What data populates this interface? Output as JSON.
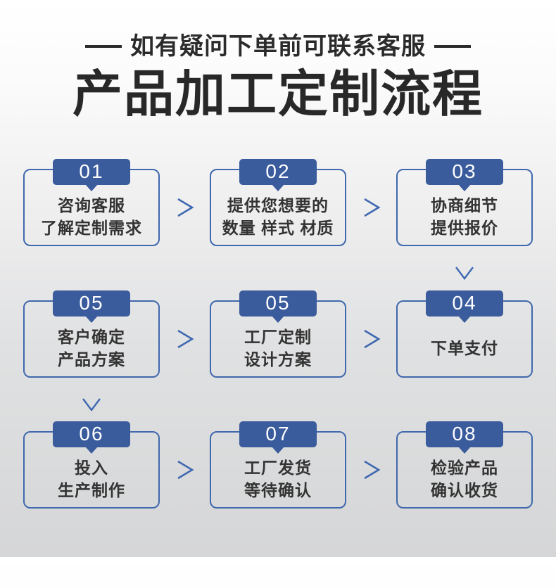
{
  "header": {
    "contact_note": "如有疑问下单前可联系客服",
    "title": "产品加工定制流程"
  },
  "colors": {
    "badge_blue": "#3a5b9c",
    "border_blue": "#4068ae",
    "arrow_blue": "#3e68b0",
    "badge_text": "#ffffff",
    "box_text": "#333333",
    "heading_text": "#2b2b2b",
    "bg_top": "#ffffff",
    "bg_bottom": "#d5d6d7"
  },
  "icons": {
    "right_arrow": "arrow-right-icon (chevron >)",
    "down_arrow": "arrow-down-icon (chevron v)"
  },
  "steps": [
    {
      "badge": "01",
      "line1": "咨询客服",
      "line2": "了解定制需求"
    },
    {
      "badge": "02",
      "line1": "提供您想要的",
      "line2": "数量 样式 材质"
    },
    {
      "badge": "03",
      "line1": "协商细节",
      "line2": "提供报价"
    },
    {
      "badge": "05",
      "line1": "客户确定",
      "line2": "产品方案"
    },
    {
      "badge": "05",
      "line1": "工厂定制",
      "line2": "设计方案"
    },
    {
      "badge": "04",
      "line1": "下单支付",
      "line2": ""
    },
    {
      "badge": "06",
      "line1": "投入",
      "line2": "生产制作"
    },
    {
      "badge": "07",
      "line1": "工厂发货",
      "line2": "等待确认"
    },
    {
      "badge": "08",
      "line1": "检验产品",
      "line2": "确认收货"
    }
  ]
}
